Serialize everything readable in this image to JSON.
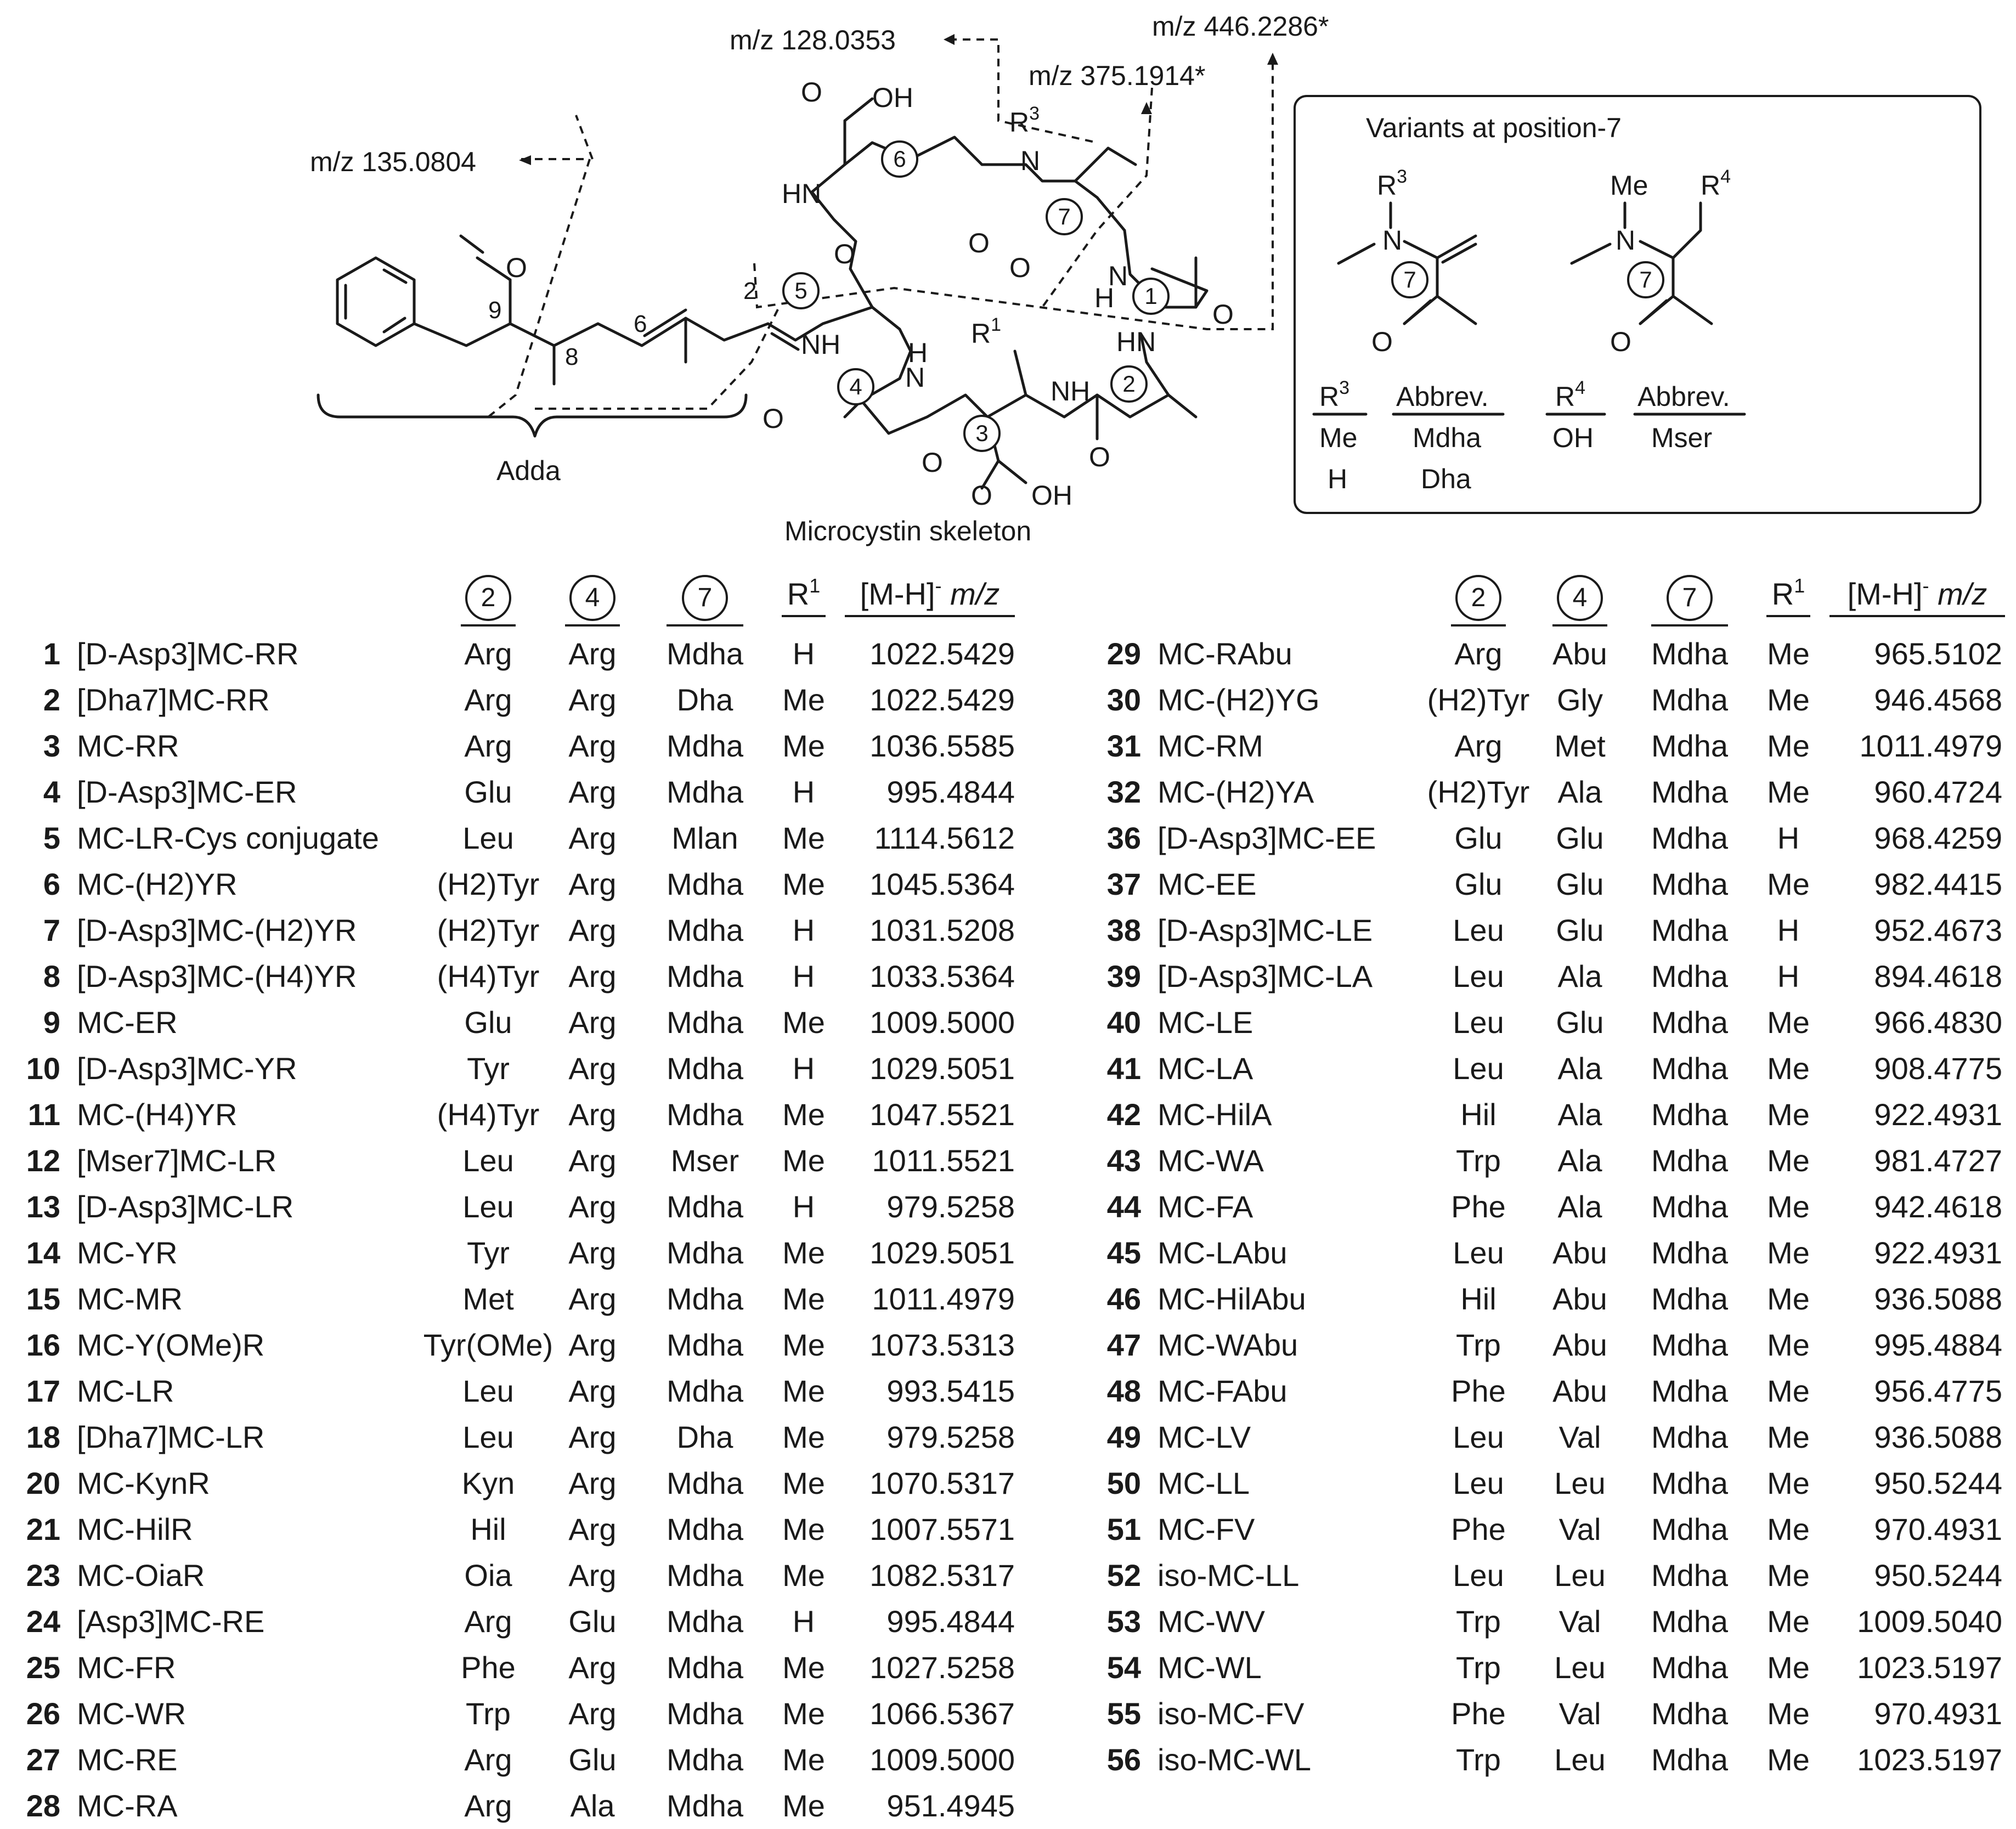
{
  "scheme": {
    "fragments": [
      {
        "label": "m/z 128.0353"
      },
      {
        "label": "m/z 446.2286*"
      },
      {
        "label": "m/z 375.1914*"
      },
      {
        "label": "m/z 135.0804"
      }
    ],
    "adda_label": "Adda",
    "skeleton_label": "Microcystin skeleton",
    "position_numbers": [
      "1",
      "2",
      "3",
      "4",
      "5",
      "6",
      "7"
    ],
    "locants": [
      "2",
      "6",
      "8",
      "9"
    ],
    "atom_labels": {
      "oh": "OH",
      "o": "O",
      "hn": "HN",
      "nh": "NH",
      "n": "N",
      "h": "H",
      "r1": "R",
      "r3": "R",
      "r1_sup": "1",
      "r3_sup": "3"
    },
    "variants_box": {
      "title": "Variants at position-7",
      "left": {
        "substituent": "R",
        "sup": "3",
        "cols": [
          "R3",
          "Abbrev."
        ],
        "rows": [
          [
            "Me",
            "Mdha"
          ],
          [
            "H",
            "Dha"
          ]
        ]
      },
      "right": {
        "substituent_me": "Me",
        "substituent_r": "R",
        "sup": "4",
        "cols": [
          "R4",
          "Abbrev."
        ],
        "rows": [
          [
            "OH",
            "Mser"
          ]
        ]
      }
    }
  },
  "table": {
    "headers": {
      "p2": "2",
      "p4": "4",
      "p7": "7",
      "r1": "R",
      "r1_sup": "1",
      "mz": "[M-H]",
      "mz_sup": "-",
      "mz_unit": "m/z"
    },
    "left": [
      {
        "num": "1",
        "name": "[D-Asp3]MC-RR",
        "p2": "Arg",
        "p4": "Arg",
        "p7": "Mdha",
        "r1": "H",
        "mz": "1022.5429"
      },
      {
        "num": "2",
        "name": "[Dha7]MC-RR",
        "p2": "Arg",
        "p4": "Arg",
        "p7": "Dha",
        "r1": "Me",
        "mz": "1022.5429"
      },
      {
        "num": "3",
        "name": "MC-RR",
        "p2": "Arg",
        "p4": "Arg",
        "p7": "Mdha",
        "r1": "Me",
        "mz": "1036.5585"
      },
      {
        "num": "4",
        "name": "[D-Asp3]MC-ER",
        "p2": "Glu",
        "p4": "Arg",
        "p7": "Mdha",
        "r1": "H",
        "mz": "995.4844"
      },
      {
        "num": "5",
        "name": "MC-LR-Cys conjugate",
        "p2": "Leu",
        "p4": "Arg",
        "p7": "Mlan",
        "r1": "Me",
        "mz": "1114.5612"
      },
      {
        "num": "6",
        "name": "MC-(H2)YR",
        "p2": "(H2)Tyr",
        "p4": "Arg",
        "p7": "Mdha",
        "r1": "Me",
        "mz": "1045.5364"
      },
      {
        "num": "7",
        "name": "[D-Asp3]MC-(H2)YR",
        "p2": "(H2)Tyr",
        "p4": "Arg",
        "p7": "Mdha",
        "r1": "H",
        "mz": "1031.5208"
      },
      {
        "num": "8",
        "name": "[D-Asp3]MC-(H4)YR",
        "p2": "(H4)Tyr",
        "p4": "Arg",
        "p7": "Mdha",
        "r1": "H",
        "mz": "1033.5364"
      },
      {
        "num": "9",
        "name": "MC-ER",
        "p2": "Glu",
        "p4": "Arg",
        "p7": "Mdha",
        "r1": "Me",
        "mz": "1009.5000"
      },
      {
        "num": "10",
        "name": "[D-Asp3]MC-YR",
        "p2": "Tyr",
        "p4": "Arg",
        "p7": "Mdha",
        "r1": "H",
        "mz": "1029.5051"
      },
      {
        "num": "11",
        "name": "MC-(H4)YR",
        "p2": "(H4)Tyr",
        "p4": "Arg",
        "p7": "Mdha",
        "r1": "Me",
        "mz": "1047.5521"
      },
      {
        "num": "12",
        "name": "[Mser7]MC-LR",
        "p2": "Leu",
        "p4": "Arg",
        "p7": "Mser",
        "r1": "Me",
        "mz": "1011.5521"
      },
      {
        "num": "13",
        "name": "[D-Asp3]MC-LR",
        "p2": "Leu",
        "p4": "Arg",
        "p7": "Mdha",
        "r1": "H",
        "mz": "979.5258"
      },
      {
        "num": "14",
        "name": "MC-YR",
        "p2": "Tyr",
        "p4": "Arg",
        "p7": "Mdha",
        "r1": "Me",
        "mz": "1029.5051"
      },
      {
        "num": "15",
        "name": "MC-MR",
        "p2": "Met",
        "p4": "Arg",
        "p7": "Mdha",
        "r1": "Me",
        "mz": "1011.4979"
      },
      {
        "num": "16",
        "name": "MC-Y(OMe)R",
        "p2": "Tyr(OMe)",
        "p4": "Arg",
        "p7": "Mdha",
        "r1": "Me",
        "mz": "1073.5313"
      },
      {
        "num": "17",
        "name": "MC-LR",
        "p2": "Leu",
        "p4": "Arg",
        "p7": "Mdha",
        "r1": "Me",
        "mz": "993.5415"
      },
      {
        "num": "18",
        "name": "[Dha7]MC-LR",
        "p2": "Leu",
        "p4": "Arg",
        "p7": "Dha",
        "r1": "Me",
        "mz": "979.5258"
      },
      {
        "num": "20",
        "name": "MC-KynR",
        "p2": "Kyn",
        "p4": "Arg",
        "p7": "Mdha",
        "r1": "Me",
        "mz": "1070.5317"
      },
      {
        "num": "21",
        "name": "MC-HilR",
        "p2": "Hil",
        "p4": "Arg",
        "p7": "Mdha",
        "r1": "Me",
        "mz": "1007.5571"
      },
      {
        "num": "23",
        "name": "MC-OiaR",
        "p2": "Oia",
        "p4": "Arg",
        "p7": "Mdha",
        "r1": "Me",
        "mz": "1082.5317"
      },
      {
        "num": "24",
        "name": "[Asp3]MC-RE",
        "p2": "Arg",
        "p4": "Glu",
        "p7": "Mdha",
        "r1": "H",
        "mz": "995.4844"
      },
      {
        "num": "25",
        "name": "MC-FR",
        "p2": "Phe",
        "p4": "Arg",
        "p7": "Mdha",
        "r1": "Me",
        "mz": "1027.5258"
      },
      {
        "num": "26",
        "name": "MC-WR",
        "p2": "Trp",
        "p4": "Arg",
        "p7": "Mdha",
        "r1": "Me",
        "mz": "1066.5367"
      },
      {
        "num": "27",
        "name": "MC-RE",
        "p2": "Arg",
        "p4": "Glu",
        "p7": "Mdha",
        "r1": "Me",
        "mz": "1009.5000"
      },
      {
        "num": "28",
        "name": "MC-RA",
        "p2": "Arg",
        "p4": "Ala",
        "p7": "Mdha",
        "r1": "Me",
        "mz": "951.4945"
      }
    ],
    "right": [
      {
        "num": "29",
        "name": "MC-RAbu",
        "p2": "Arg",
        "p4": "Abu",
        "p7": "Mdha",
        "r1": "Me",
        "mz": "965.5102"
      },
      {
        "num": "30",
        "name": "MC-(H2)YG",
        "p2": "(H2)Tyr",
        "p4": "Gly",
        "p7": "Mdha",
        "r1": "Me",
        "mz": "946.4568"
      },
      {
        "num": "31",
        "name": "MC-RM",
        "p2": "Arg",
        "p4": "Met",
        "p7": "Mdha",
        "r1": "Me",
        "mz": "1011.4979"
      },
      {
        "num": "32",
        "name": "MC-(H2)YA",
        "p2": "(H2)Tyr",
        "p4": "Ala",
        "p7": "Mdha",
        "r1": "Me",
        "mz": "960.4724"
      },
      {
        "num": "36",
        "name": "[D-Asp3]MC-EE",
        "p2": "Glu",
        "p4": "Glu",
        "p7": "Mdha",
        "r1": "H",
        "mz": "968.4259"
      },
      {
        "num": "37",
        "name": "MC-EE",
        "p2": "Glu",
        "p4": "Glu",
        "p7": "Mdha",
        "r1": "Me",
        "mz": "982.4415"
      },
      {
        "num": "38",
        "name": "[D-Asp3]MC-LE",
        "p2": "Leu",
        "p4": "Glu",
        "p7": "Mdha",
        "r1": "H",
        "mz": "952.4673"
      },
      {
        "num": "39",
        "name": "[D-Asp3]MC-LA",
        "p2": "Leu",
        "p4": "Ala",
        "p7": "Mdha",
        "r1": "H",
        "mz": "894.4618"
      },
      {
        "num": "40",
        "name": "MC-LE",
        "p2": "Leu",
        "p4": "Glu",
        "p7": "Mdha",
        "r1": "Me",
        "mz": "966.4830"
      },
      {
        "num": "41",
        "name": "MC-LA",
        "p2": "Leu",
        "p4": "Ala",
        "p7": "Mdha",
        "r1": "Me",
        "mz": "908.4775"
      },
      {
        "num": "42",
        "name": "MC-HilA",
        "p2": "Hil",
        "p4": "Ala",
        "p7": "Mdha",
        "r1": "Me",
        "mz": "922.4931"
      },
      {
        "num": "43",
        "name": "MC-WA",
        "p2": "Trp",
        "p4": "Ala",
        "p7": "Mdha",
        "r1": "Me",
        "mz": "981.4727"
      },
      {
        "num": "44",
        "name": "MC-FA",
        "p2": "Phe",
        "p4": "Ala",
        "p7": "Mdha",
        "r1": "Me",
        "mz": "942.4618"
      },
      {
        "num": "45",
        "name": "MC-LAbu",
        "p2": "Leu",
        "p4": "Abu",
        "p7": "Mdha",
        "r1": "Me",
        "mz": "922.4931"
      },
      {
        "num": "46",
        "name": "MC-HilAbu",
        "p2": "Hil",
        "p4": "Abu",
        "p7": "Mdha",
        "r1": "Me",
        "mz": "936.5088"
      },
      {
        "num": "47",
        "name": "MC-WAbu",
        "p2": "Trp",
        "p4": "Abu",
        "p7": "Mdha",
        "r1": "Me",
        "mz": "995.4884"
      },
      {
        "num": "48",
        "name": "MC-FAbu",
        "p2": "Phe",
        "p4": "Abu",
        "p7": "Mdha",
        "r1": "Me",
        "mz": "956.4775"
      },
      {
        "num": "49",
        "name": "MC-LV",
        "p2": "Leu",
        "p4": "Val",
        "p7": "Mdha",
        "r1": "Me",
        "mz": "936.5088"
      },
      {
        "num": "50",
        "name": "MC-LL",
        "p2": "Leu",
        "p4": "Leu",
        "p7": "Mdha",
        "r1": "Me",
        "mz": "950.5244"
      },
      {
        "num": "51",
        "name": "MC-FV",
        "p2": "Phe",
        "p4": "Val",
        "p7": "Mdha",
        "r1": "Me",
        "mz": "970.4931"
      },
      {
        "num": "52",
        "name": "iso-MC-LL",
        "p2": "Leu",
        "p4": "Leu",
        "p7": "Mdha",
        "r1": "Me",
        "mz": "950.5244"
      },
      {
        "num": "53",
        "name": "MC-WV",
        "p2": "Trp",
        "p4": "Val",
        "p7": "Mdha",
        "r1": "Me",
        "mz": "1009.5040"
      },
      {
        "num": "54",
        "name": "MC-WL",
        "p2": "Trp",
        "p4": "Leu",
        "p7": "Mdha",
        "r1": "Me",
        "mz": "1023.5197"
      },
      {
        "num": "55",
        "name": "iso-MC-FV",
        "p2": "Phe",
        "p4": "Val",
        "p7": "Mdha",
        "r1": "Me",
        "mz": "970.4931"
      },
      {
        "num": "56",
        "name": "iso-MC-WL",
        "p2": "Trp",
        "p4": "Leu",
        "p7": "Mdha",
        "r1": "Me",
        "mz": "1023.5197"
      }
    ]
  }
}
